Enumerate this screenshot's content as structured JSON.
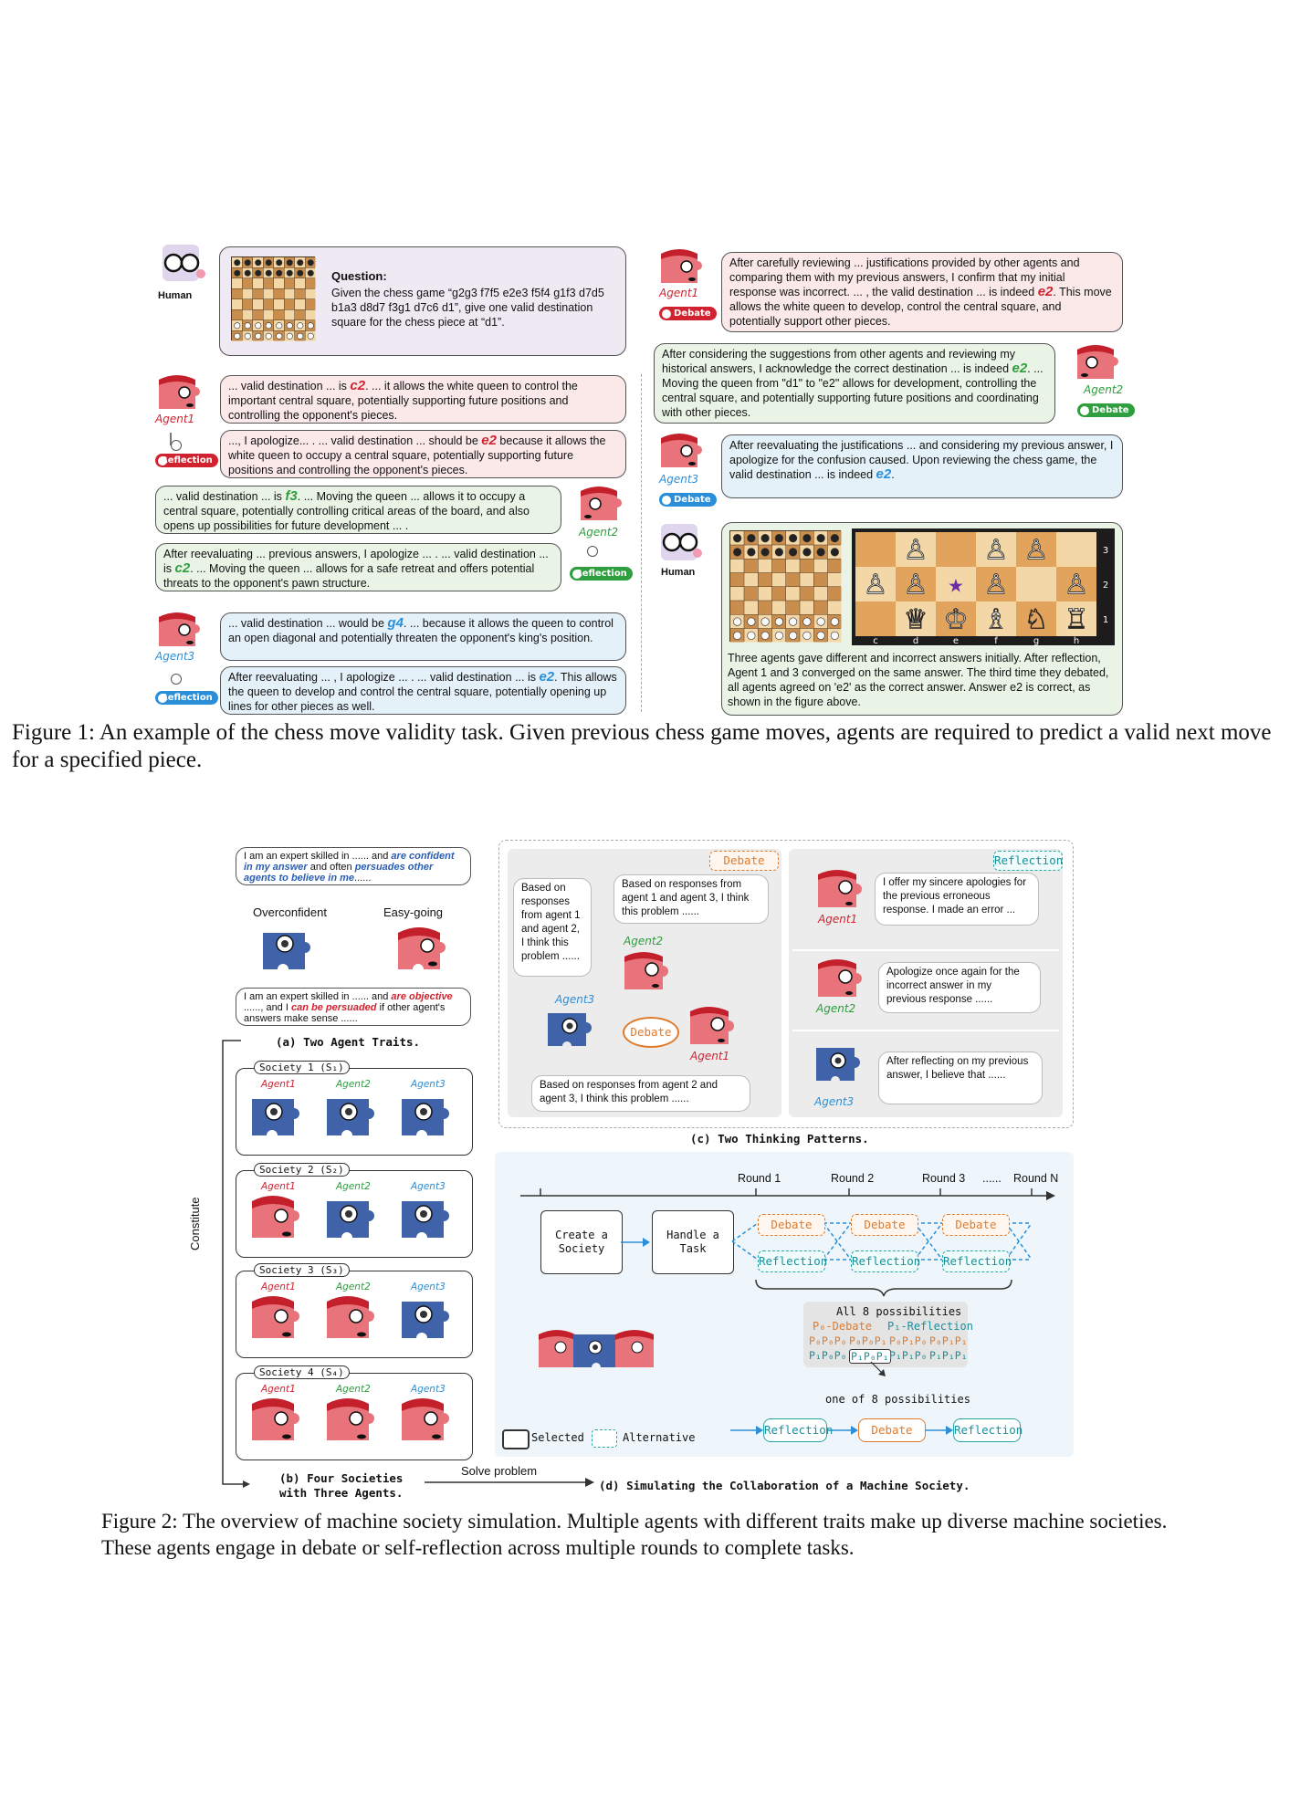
{
  "fig1": {
    "human_label": "Human",
    "question_title": "Question:",
    "question_text": "Given the chess game “g2g3 f7f5 e2e3 f5f4 g1f3 d7d5 b1a3 d8d7 f3g1 d7c6 d1”, give one valid destination square for the chess piece at “d1”.",
    "agent1": "Agent1",
    "agent2": "Agent2",
    "agent3": "Agent3",
    "reflection": "Reflection",
    "debate": "Debate",
    "a1_r1": {
      "pre": "... valid destination ... is ",
      "ans": "c2",
      "post": ". ... it allows the white queen to control the important central square, potentially supporting future positions and controlling the opponent's pieces."
    },
    "a1_r2": {
      "pre": "..., I apologize... . ... valid destination ... should be ",
      "ans": "e2",
      "post": " because it allows the white queen to occupy a central square, potentially supporting future positions and controlling the opponent's pieces."
    },
    "a2_r1": {
      "pre": "... valid destination ... is ",
      "ans": "f3",
      "post": ". ... Moving the queen ... allows it to occupy a central square, potentially controlling critical areas of the board, and also opens up possibilities for future development ... ."
    },
    "a2_r2": {
      "pre": "After reevaluating ... previous answers, I apologize ... . ... valid destination ... is ",
      "ans": "c2",
      "post": ". ... Moving the queen ... allows for a safe retreat and offers potential threats to the opponent's pawn structure."
    },
    "a3_r1": {
      "pre": "... valid destination ... would be ",
      "ans": "g4",
      "post": ". ... because it allows the queen to control an open diagonal and potentially threaten the opponent's king's position."
    },
    "a3_r2": {
      "pre": "After reevaluating ... , I apologize ... . ... valid destination ... is ",
      "ans": "e2",
      "post": ". This allows the queen to develop and control the central square, potentially opening up lines for other pieces as well."
    },
    "a1_r3": {
      "pre": "After carefully reviewing ... justifications provided by other agents and comparing them with my previous answers, I confirm that my initial response was incorrect. ... , the valid destination ... is indeed ",
      "ans": "e2",
      "post": ". This move allows the white queen to develop, control the central square, and potentially support other pieces."
    },
    "a2_r3": {
      "pre": "After considering the suggestions from other agents and reviewing my historical answers, I acknowledge the correct destination ... is indeed ",
      "ans": "e2",
      "post": ". ... Moving the queen from \"d1\" to \"e2\" allows for development, controlling the central square, and potentially supporting future positions and coordinating with other pieces."
    },
    "a3_r3": {
      "pre": "After reevaluating the justifications ... and considering my previous answer, I apologize for the confusion caused. Upon reviewing the chess game, the valid destination ... is indeed ",
      "ans": "e2",
      "post": "."
    },
    "summary": "Three agents gave different and incorrect answers initially. After reflection, Agent 1 and 3 converged on the same answer. The third time they debated, all agents agreed on 'e2' as the correct answer. Answer e2 is correct, as shown in the figure above.",
    "files": [
      "c",
      "d",
      "e",
      "f",
      "g",
      "h"
    ],
    "ranks": [
      "3",
      "2",
      "1"
    ],
    "caption": "Figure 1: An example of the chess move validity task. Given previous chess game moves, agents are required to predict a valid next move for a specified piece."
  },
  "fig2": {
    "trait_conf_text": {
      "pre": "I am an expert skilled in ...... and ",
      "em1": "are confident in my answer",
      "mid": " and often ",
      "em2": "persuades other agents to believe in me",
      "post": "......"
    },
    "trait_easy_text": {
      "pre": "I am an expert skilled in ...... and ",
      "em1": "are objective",
      "mid": " ......, and I ",
      "em2": "can be persuaded",
      "post": " if other agent's answers make sense ......"
    },
    "overconfident": "Overconfident",
    "easygoing": "Easy-going",
    "a_caption": "(a) Two Agent Traits.",
    "constitute": "Constitute",
    "societies": [
      "Society 1 (S₁)",
      "Society 2 (S₂)",
      "Society 3 (S₃)",
      "Society 4 (S₄)"
    ],
    "agent1": "Agent1",
    "agent2": "Agent2",
    "agent3": "Agent3",
    "b_caption_1": "(b) Four Societies",
    "b_caption_2": "with Three Agents.",
    "solve_problem": "Solve problem",
    "debate_tag": "Debate",
    "reflection_tag": "Reflection",
    "debate_center": "Debate",
    "d_bubble_a3": "Based on responses from agent 1 and agent 2, I think this problem ......",
    "d_bubble_a2": "Based on responses from agent 1 and agent 3, I think this problem ......",
    "d_bubble_a1": "Based on responses from agent 2 and agent 3, I think this problem ......",
    "r_bubble_a1": "I offer my sincere apologies for the previous erroneous response. I made an error ...",
    "r_bubble_a2": "Apologize once again for the incorrect answer in my previous response ......",
    "r_bubble_a3": "After reflecting on my previous answer, I believe that ......",
    "c_caption": "(c) Two Thinking Patterns.",
    "rounds": [
      "Round 1",
      "Round 2",
      "Round 3",
      "......",
      "Round N"
    ],
    "create_society": "Create a Society",
    "handle_task": "Handle a Task",
    "all8": "All 8 possibilities",
    "p0_debate": "P₀-Debate",
    "p1_reflection": "P₁-Reflection",
    "combos_row1": [
      "P₀P₀P₀",
      "P₀P₀P₁",
      "P₀P₁P₀",
      "P₀P₁P₁"
    ],
    "combos_row2": [
      "P₁P₀P₀",
      "P₁P₀P₁",
      "P₁P₁P₀",
      "P₁P₁P₁"
    ],
    "one_of_8": "one of 8 possibilities",
    "selected": "Selected",
    "alternative": "Alternative",
    "d_caption": "(d) Simulating the Collaboration of a Machine Society.",
    "caption": "Figure 2: The overview of machine society simulation. Multiple agents with different traits make up diverse machine societies. These agents engage in debate or self-reflection across multiple rounds to complete tasks."
  }
}
